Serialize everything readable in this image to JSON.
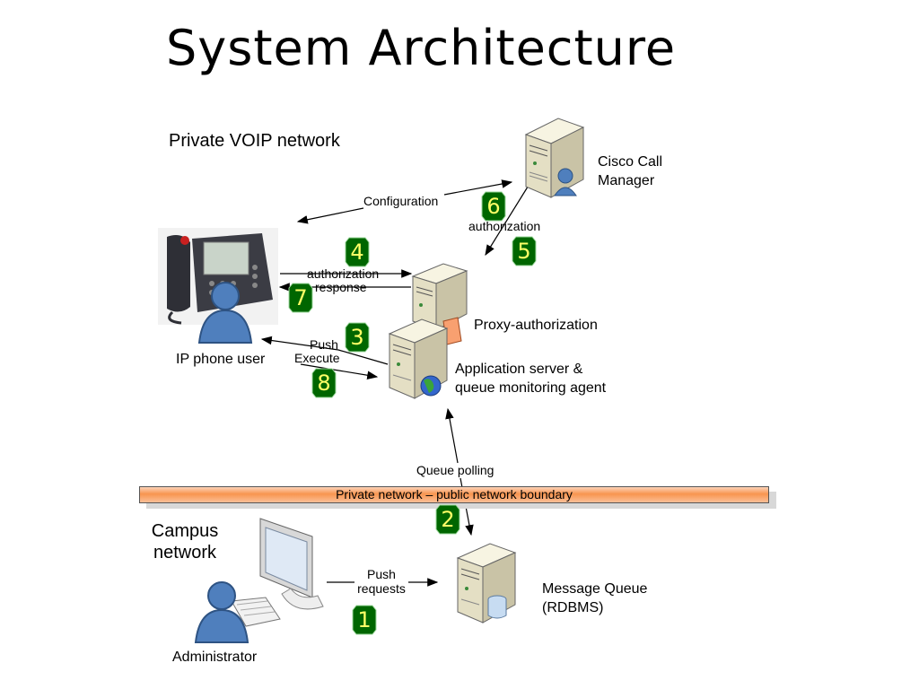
{
  "title": "System Architecture",
  "regions": {
    "private_voip": "Private VOIP network",
    "campus": "Campus network",
    "boundary": "Private network – public network boundary"
  },
  "nodes": {
    "cisco": "Cisco Call Manager",
    "ip_phone_user": "IP phone user",
    "proxy": "Proxy-authorization",
    "app_server": "Application server & queue monitoring agent",
    "message_queue": "Message Queue (RDBMS)",
    "administrator": "Administrator"
  },
  "edges": {
    "configuration": "Configuration",
    "authorization_cisco": "authorization",
    "authorization_proxy": "authorization",
    "response": "response",
    "push": "Push",
    "execute": "Execute",
    "queue_polling": "Queue polling",
    "push_requests": "Push requests"
  },
  "steps": [
    "1",
    "2",
    "3",
    "4",
    "5",
    "6",
    "7",
    "8"
  ],
  "colors": {
    "badge_fill": "#006600",
    "badge_text": "#ffff66",
    "boundary_fill": "#f8954f"
  }
}
